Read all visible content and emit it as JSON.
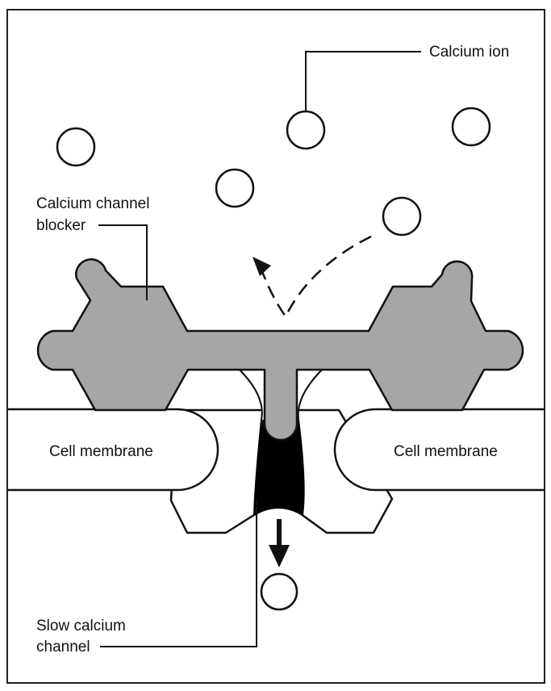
{
  "labels": {
    "calcium_ion": "Calcium ion",
    "blocker_line1": "Calcium channel",
    "blocker_line2": "blocker",
    "membrane_left": "Cell membrane",
    "membrane_right": "Cell membrane",
    "channel_line1": "Slow calcium",
    "channel_line2": "channel"
  },
  "colors": {
    "blocker_fill": "#a6a6a6",
    "channel_pore": "#000000",
    "outline": "#111111",
    "background": "#ffffff"
  }
}
